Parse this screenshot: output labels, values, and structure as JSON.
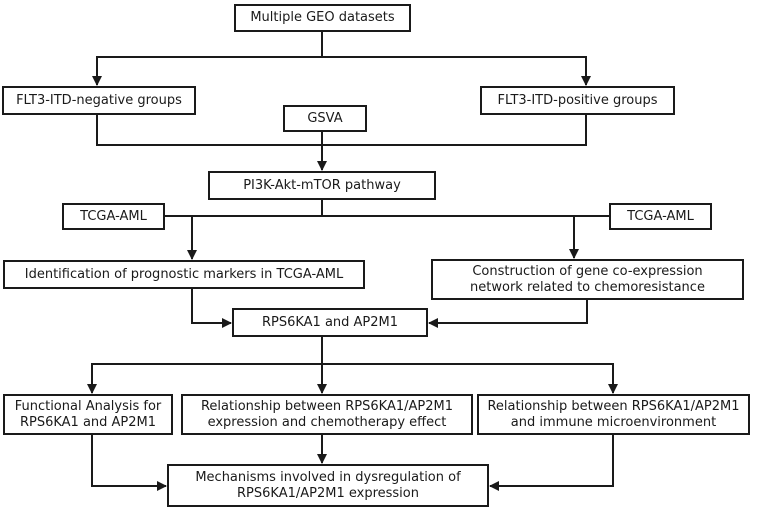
{
  "diagram": {
    "nodes": {
      "geo": {
        "line1": "Multiple GEO datasets",
        "line2": ""
      },
      "neg": {
        "line1": "FLT3-ITD-negative groups",
        "line2": ""
      },
      "pos": {
        "line1": "FLT3-ITD-positive groups",
        "line2": ""
      },
      "gsva": {
        "line1": "GSVA",
        "line2": ""
      },
      "pi3k": {
        "line1": "PI3K-Akt-mTOR pathway",
        "line2": ""
      },
      "tcga1": {
        "line1": "TCGA-AML",
        "line2": ""
      },
      "tcga2": {
        "line1": "TCGA-AML",
        "line2": ""
      },
      "prog": {
        "line1": "Identification of prognostic markers in TCGA-AML",
        "line2": ""
      },
      "coexp": {
        "line1": "Construction of gene co-expression",
        "line2": "network related to chemoresistance"
      },
      "rps": {
        "line1": "RPS6KA1 and AP2M1",
        "line2": ""
      },
      "func": {
        "line1": "Functional Analysis for",
        "line2": "RPS6KA1 and AP2M1"
      },
      "relchemo": {
        "line1": "Relationship between RPS6KA1/AP2M1",
        "line2": "expression and chemotherapy effect"
      },
      "relimm": {
        "line1": "Relationship between RPS6KA1/AP2M1",
        "line2": "and immune microenvironment"
      },
      "mech": {
        "line1": "Mechanisms involved in dysregulation of",
        "line2": "RPS6KA1/AP2M1 expression"
      }
    },
    "edges": [
      {
        "from": "geo",
        "to": "neg"
      },
      {
        "from": "geo",
        "to": "pos"
      },
      {
        "from": "neg",
        "to": "pi3k"
      },
      {
        "from": "pos",
        "to": "pi3k"
      },
      {
        "from": "gsva",
        "to": "pi3k"
      },
      {
        "from": "pi3k",
        "to": "prog"
      },
      {
        "from": "tcga1",
        "to": "prog"
      },
      {
        "from": "pi3k",
        "to": "coexp"
      },
      {
        "from": "tcga2",
        "to": "coexp"
      },
      {
        "from": "prog",
        "to": "rps"
      },
      {
        "from": "coexp",
        "to": "rps"
      },
      {
        "from": "rps",
        "to": "func"
      },
      {
        "from": "rps",
        "to": "relchemo"
      },
      {
        "from": "rps",
        "to": "relimm"
      },
      {
        "from": "func",
        "to": "mech"
      },
      {
        "from": "relchemo",
        "to": "mech"
      },
      {
        "from": "relimm",
        "to": "mech"
      }
    ],
    "colors": {
      "stroke": "#1a1a1a",
      "background": "#ffffff"
    }
  }
}
